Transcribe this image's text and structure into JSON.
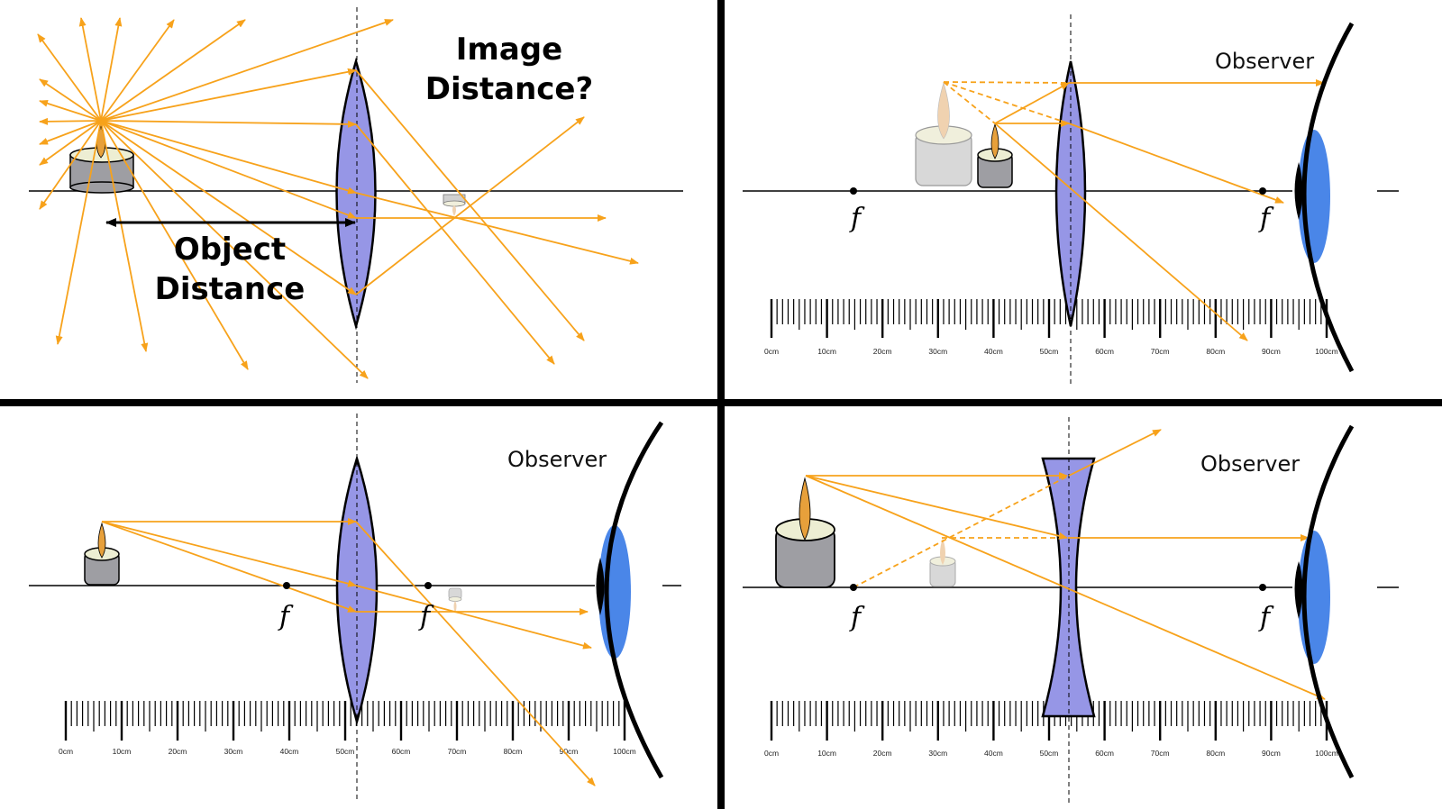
{
  "colors": {
    "ray": "#F7A21B",
    "lens_fill": "#9696E6",
    "lens_stroke": "#000000",
    "eye_iris": "#4A86E8",
    "candle_body": "#9E9EA3",
    "candle_wax": "#EDEED3",
    "flame": "#E7A03B",
    "image_candle": "#D8D8D8",
    "image_flame": "#F0D2B0",
    "divider": "#000000"
  },
  "panels": [
    {
      "id": "object-image-distance",
      "labels": {
        "image_distance_line1": "Image",
        "image_distance_line2": "Distance?",
        "object_distance_line1": "Object",
        "object_distance_line2": "Distance"
      },
      "lens_type": "converging"
    },
    {
      "id": "magnifier-virtual-image",
      "labels": {
        "observer": "Observer",
        "focal_left": "f",
        "focal_right": "f"
      },
      "lens_type": "converging",
      "object_position_cm": 37,
      "image_position_cm": 28,
      "focal_left_cm": 15,
      "focal_right_cm": 85,
      "lens_position_cm": 50
    },
    {
      "id": "converging-real-image",
      "labels": {
        "observer": "Observer",
        "focal_left": "f",
        "focal_right": "f"
      },
      "lens_type": "converging",
      "object_position_cm": 5,
      "image_position_cm": 68,
      "focal_left_cm": 38,
      "focal_right_cm": 63,
      "lens_position_cm": 50
    },
    {
      "id": "diverging-virtual-image",
      "labels": {
        "observer": "Observer",
        "focal_left": "f",
        "focal_right": "f"
      },
      "lens_type": "diverging",
      "object_position_cm": 6,
      "image_position_cm": 31,
      "focal_left_cm": 15,
      "focal_right_cm": 85,
      "lens_position_cm": 50
    }
  ],
  "ruler": {
    "unit": "cm",
    "labels": [
      "0cm",
      "10cm",
      "20cm",
      "30cm",
      "40cm",
      "50cm",
      "60cm",
      "70cm",
      "80cm",
      "90cm",
      "100cm"
    ]
  }
}
